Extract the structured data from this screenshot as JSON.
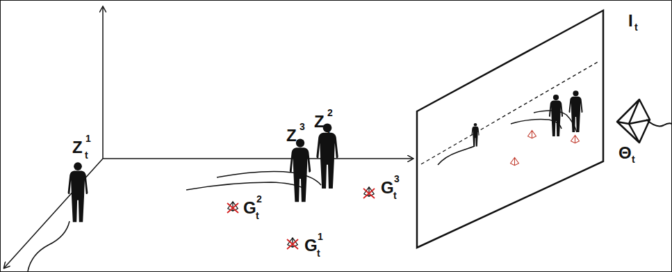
{
  "diagram": {
    "labels": [
      "Z",
      "t",
      "1",
      "Z",
      "t",
      "3",
      "Z",
      "t",
      "2",
      "G",
      "t",
      "1",
      "G",
      "t",
      "2",
      "G",
      "t",
      "3",
      "I",
      "t",
      "Θ",
      "t"
    ]
  }
}
